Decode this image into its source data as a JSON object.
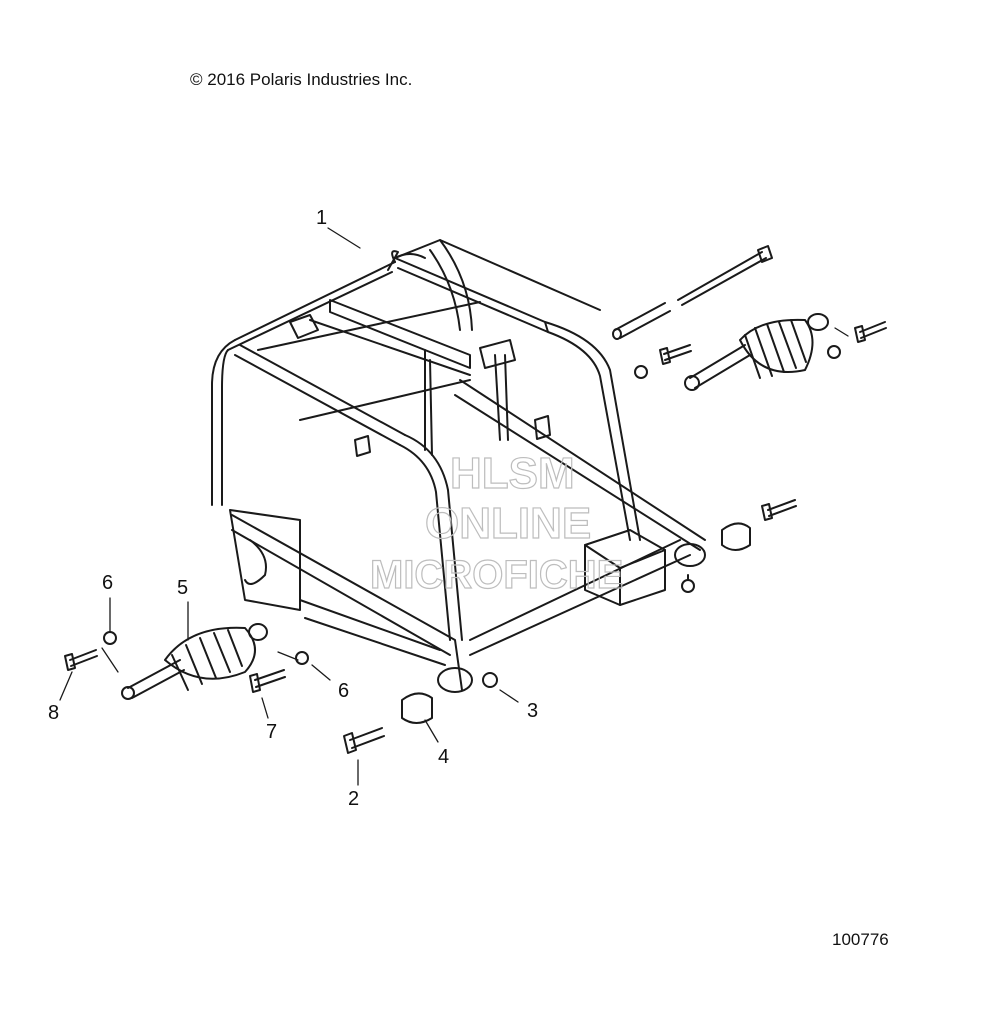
{
  "header": {
    "copyright": "© 2016 Polaris Industries Inc."
  },
  "footer": {
    "doc_number": "100776"
  },
  "watermark": {
    "line1": "HLSM",
    "line2": "ONLINE",
    "line3": "MICROFICHE"
  },
  "callouts": [
    {
      "id": "c1",
      "label": "1"
    },
    {
      "id": "c2",
      "label": "2"
    },
    {
      "id": "c3",
      "label": "3"
    },
    {
      "id": "c4",
      "label": "4"
    },
    {
      "id": "c5",
      "label": "5"
    },
    {
      "id": "c6a",
      "label": "6"
    },
    {
      "id": "c6b",
      "label": "6"
    },
    {
      "id": "c7",
      "label": "7"
    },
    {
      "id": "c8",
      "label": "8"
    }
  ],
  "colors": {
    "line": "#1a1a1a",
    "watermark": "#bdbdbd"
  }
}
